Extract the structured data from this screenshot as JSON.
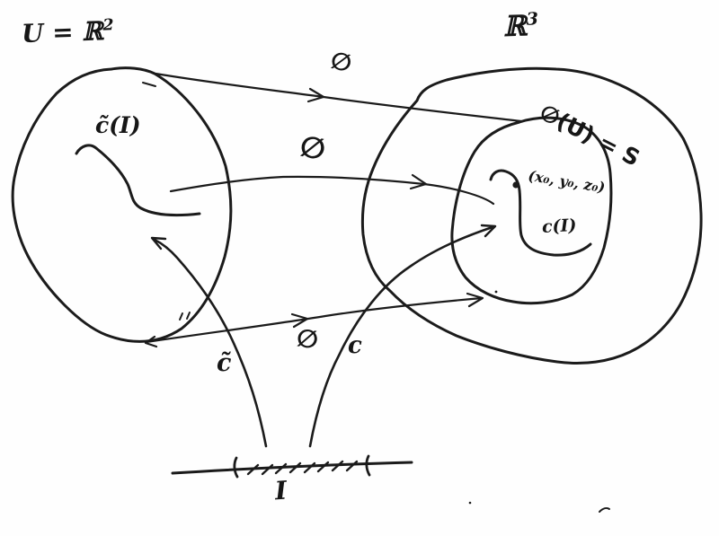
{
  "figure": {
    "labels": {
      "space_left_base": "U = ℝ",
      "space_left_sup": "2",
      "space_right_base": "ℝ",
      "space_right_sup": "3",
      "surface": "∅(U) = S",
      "phi_top": "∅",
      "phi_middle": "∅",
      "phi_bottom": "∅",
      "curve_in_U": "c̃(I)",
      "point": "(x₀, y₀, z₀)",
      "curve_in_S": "c(I)",
      "map_c_tilde": "c̃",
      "map_c": "c",
      "interval": "I"
    },
    "colors": {
      "ink": "#1b1b1b",
      "paper": "#fefefe"
    }
  }
}
